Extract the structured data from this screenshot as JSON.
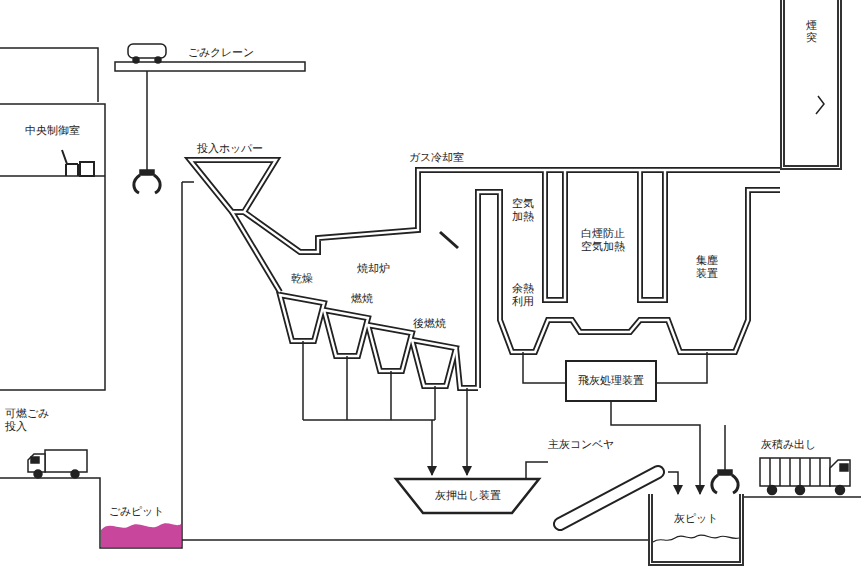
{
  "diagram": {
    "nodes": [
      {
        "text": [
          "煙突"
        ]
      },
      {
        "text": [
          "飛灰処理装置"
        ]
      },
      {
        "text": [
          "主灰コンベヤ"
        ]
      },
      {
        "text": [
          "灰押出し装置"
        ]
      },
      {
        "text": [
          "灰ピット"
        ]
      }
    ],
    "edges": [
      {
        "from": 1,
        "to": 4,
        "arrow": "to"
      },
      {
        "from": 3,
        "to": 2,
        "arrow": "none"
      },
      {
        "from": 2,
        "to": 4,
        "arrow": "to"
      }
    ],
    "labels": [
      "ごみクレーン",
      "中央制御室",
      "投入ホッパー",
      "ガス冷却室",
      "焼却炉",
      "乾燥",
      "燃焼",
      "後燃焼",
      "空気加熱",
      "余熱利用",
      "白煙防止空気加熱",
      "集塵装置",
      "可燃ごみ投入",
      "ごみピット",
      "灰積み出し"
    ]
  }
}
